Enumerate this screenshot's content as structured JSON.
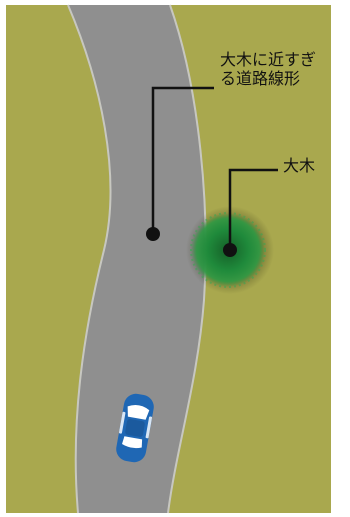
{
  "diagram": {
    "callouts": {
      "road_curve_line1": "大木に近すぎ",
      "road_curve_line2": "る道路線形",
      "large_tree": "大木"
    },
    "colors": {
      "grass": "#a9a84e",
      "road": "#8f8f8f",
      "road_edge": "#c7c7c0",
      "tree": "#1f8a3b",
      "car": "#1f67b4",
      "marker": "#111111",
      "frame": "#ffffff"
    },
    "icons": {
      "car": "car-icon",
      "tree": "tree-icon"
    }
  }
}
